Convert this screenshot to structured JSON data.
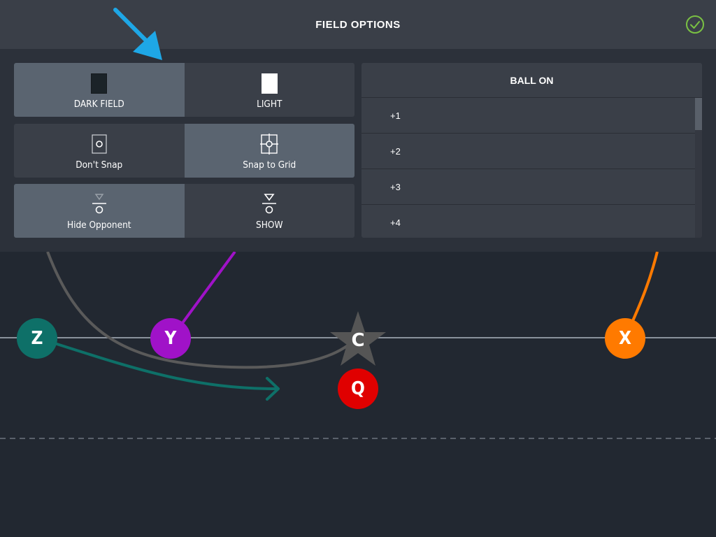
{
  "header": {
    "title": "FIELD OPTIONS",
    "confirm_icon": "check-circle-icon",
    "confirm_color": "#7ac143"
  },
  "options": {
    "field_color": {
      "dark_label": "DARK FIELD",
      "light_label": "LIGHT",
      "selected": "dark"
    },
    "snap": {
      "dont_snap_label": "Don't Snap",
      "snap_to_grid_label": "Snap to Grid",
      "selected": "snap_to_grid"
    },
    "opponent": {
      "hide_label": "Hide Opponent",
      "show_label": "SHOW",
      "selected": "hide"
    }
  },
  "ball_on": {
    "title": "BALL ON",
    "items": [
      "+1",
      "+2",
      "+3",
      "+4"
    ]
  },
  "players": [
    {
      "label": "Z",
      "color": "#0e7068"
    },
    {
      "label": "Y",
      "color": "#a012c8"
    },
    {
      "label": "C",
      "color": "#555555"
    },
    {
      "label": "Q",
      "color": "#e00000"
    },
    {
      "label": "X",
      "color": "#ff7a00"
    }
  ],
  "colors": {
    "highlight_arrow": "#1ea7e6",
    "line_of_scrimmage": "#8a929c"
  }
}
